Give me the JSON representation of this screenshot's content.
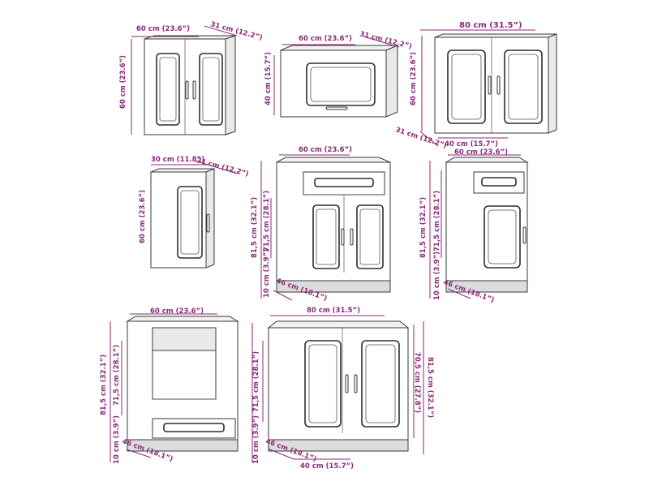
{
  "units": {
    "w60": "60 cm (23.6”)",
    "w80": "80 cm (31.5”)",
    "w30": "30 cm (11.8”)",
    "w40": "40 cm (15.7”)",
    "d31": "31 cm (12.2”)",
    "d46": "46 cm (18.1”)",
    "h60": "60 cm (23.6”)",
    "h40": "40 cm (15.7”)",
    "h81": "81,5 cm (32.1”)",
    "h71": "71,5 cm (28.1”)",
    "h70": "70,5 cm (27.8”)",
    "h10": "10 cm (3.9”)"
  },
  "cabinets": [
    {
      "name": "wall-cabinet-60-two-doors",
      "labels": {
        "width": "60 cm (23.6”)",
        "depth": "31 cm (12.2”)",
        "height": "60 cm (23.6”)"
      }
    },
    {
      "name": "wall-cabinet-60-flap",
      "labels": {
        "width": "60 cm (23.6”)",
        "depth": "31 cm (12.2”)",
        "height": "40 cm (15.7”)"
      }
    },
    {
      "name": "wall-cabinet-80-two-doors",
      "labels": {
        "width": "80 cm (31.5”)",
        "depth": "31 cm (12.2”)",
        "height": "60 cm (23.6”)",
        "inner": "40 cm (15.7”)"
      }
    },
    {
      "name": "wall-cabinet-30",
      "labels": {
        "width": "30 cm (11.8”)",
        "depth": "31 cm (12.2”)",
        "height": "60 cm (23.6”)"
      }
    },
    {
      "name": "base-cabinet-60-drawer-two-doors",
      "labels": {
        "width": "60 cm (23.6”)",
        "depth": "46 cm (18.1”)",
        "height_total": "81,5 cm (32.1”)",
        "height_body": "71,5 cm (28.1”)",
        "plinth": "10 cm (3.9”)"
      }
    },
    {
      "name": "base-cabinet-60-drawer-one-door",
      "labels": {
        "width": "60 cm (23.6”)",
        "depth": "46 cm (18.1”)",
        "height_total": "81,5 cm (32.1”)",
        "height_body": "71,5 cm (28.1”)",
        "plinth": "10 cm (3.9”)"
      }
    },
    {
      "name": "oven-cabinet-60",
      "labels": {
        "width": "60 cm (23.6”)",
        "depth": "46 cm (18.1”)",
        "height_total": "81,5 cm (32.1”)",
        "height_body": "71,5 cm (28.1”)",
        "plinth": "10 cm (3.9”)"
      }
    },
    {
      "name": "sink-cabinet-80",
      "labels": {
        "width": "80 cm (31.5”)",
        "depth": "46 cm (18.1”)",
        "height_total": "81,5 cm (32.1”)",
        "height_body": "71,5 cm (28.1”)",
        "height_inner": "70,5 cm (27.8”)",
        "plinth": "10 cm (3.9”)",
        "inner": "40 cm (15.7”)"
      }
    }
  ]
}
